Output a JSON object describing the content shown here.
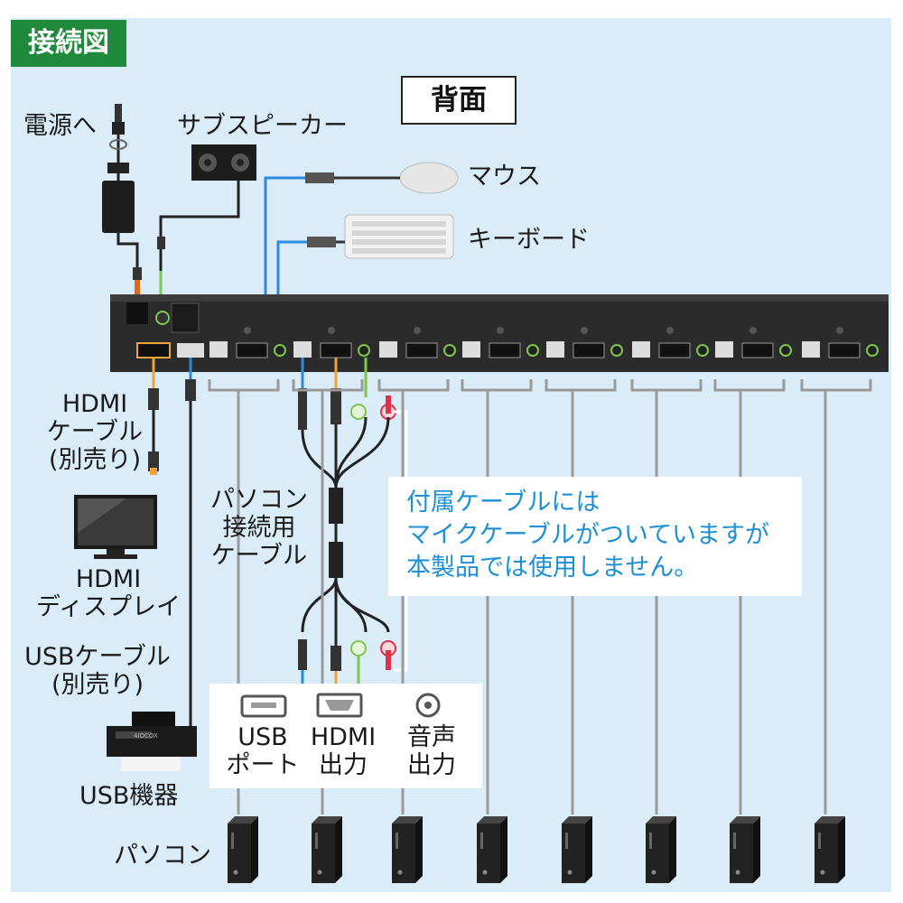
{
  "header": {
    "badge": "接続図",
    "back_panel": "背面"
  },
  "peripherals": {
    "power": "電源へ",
    "speaker": "サブスピーカー",
    "mouse": "マウス",
    "keyboard": "キーボード"
  },
  "left_column": {
    "hdmi_cable": [
      "HDMI",
      "ケーブル",
      "(別売り)"
    ],
    "hdmi_display": [
      "HDMI",
      "ディスプレイ"
    ],
    "usb_cable": [
      "USBケーブル",
      "(別売り)"
    ],
    "usb_device": "USB機器",
    "pc_label": "パソコン"
  },
  "pc_cable": [
    "パソコン",
    "接続用",
    "ケーブル"
  ],
  "note": [
    "付属ケーブルには",
    "マイクケーブルがついていますが",
    "本製品では使用しません。"
  ],
  "ports": {
    "usb": [
      "USB",
      "ポート"
    ],
    "hdmi": [
      "HDMI",
      "出力"
    ],
    "audio": [
      "音声",
      "出力"
    ]
  },
  "printer_text": "4IOCOX",
  "colors": {
    "blue": "#2a8ae0",
    "orange": "#f0a23a",
    "green": "#7cc84e",
    "red": "#e0304a",
    "badge": "#1f8a3c",
    "note_text": "#1d8fd6"
  }
}
